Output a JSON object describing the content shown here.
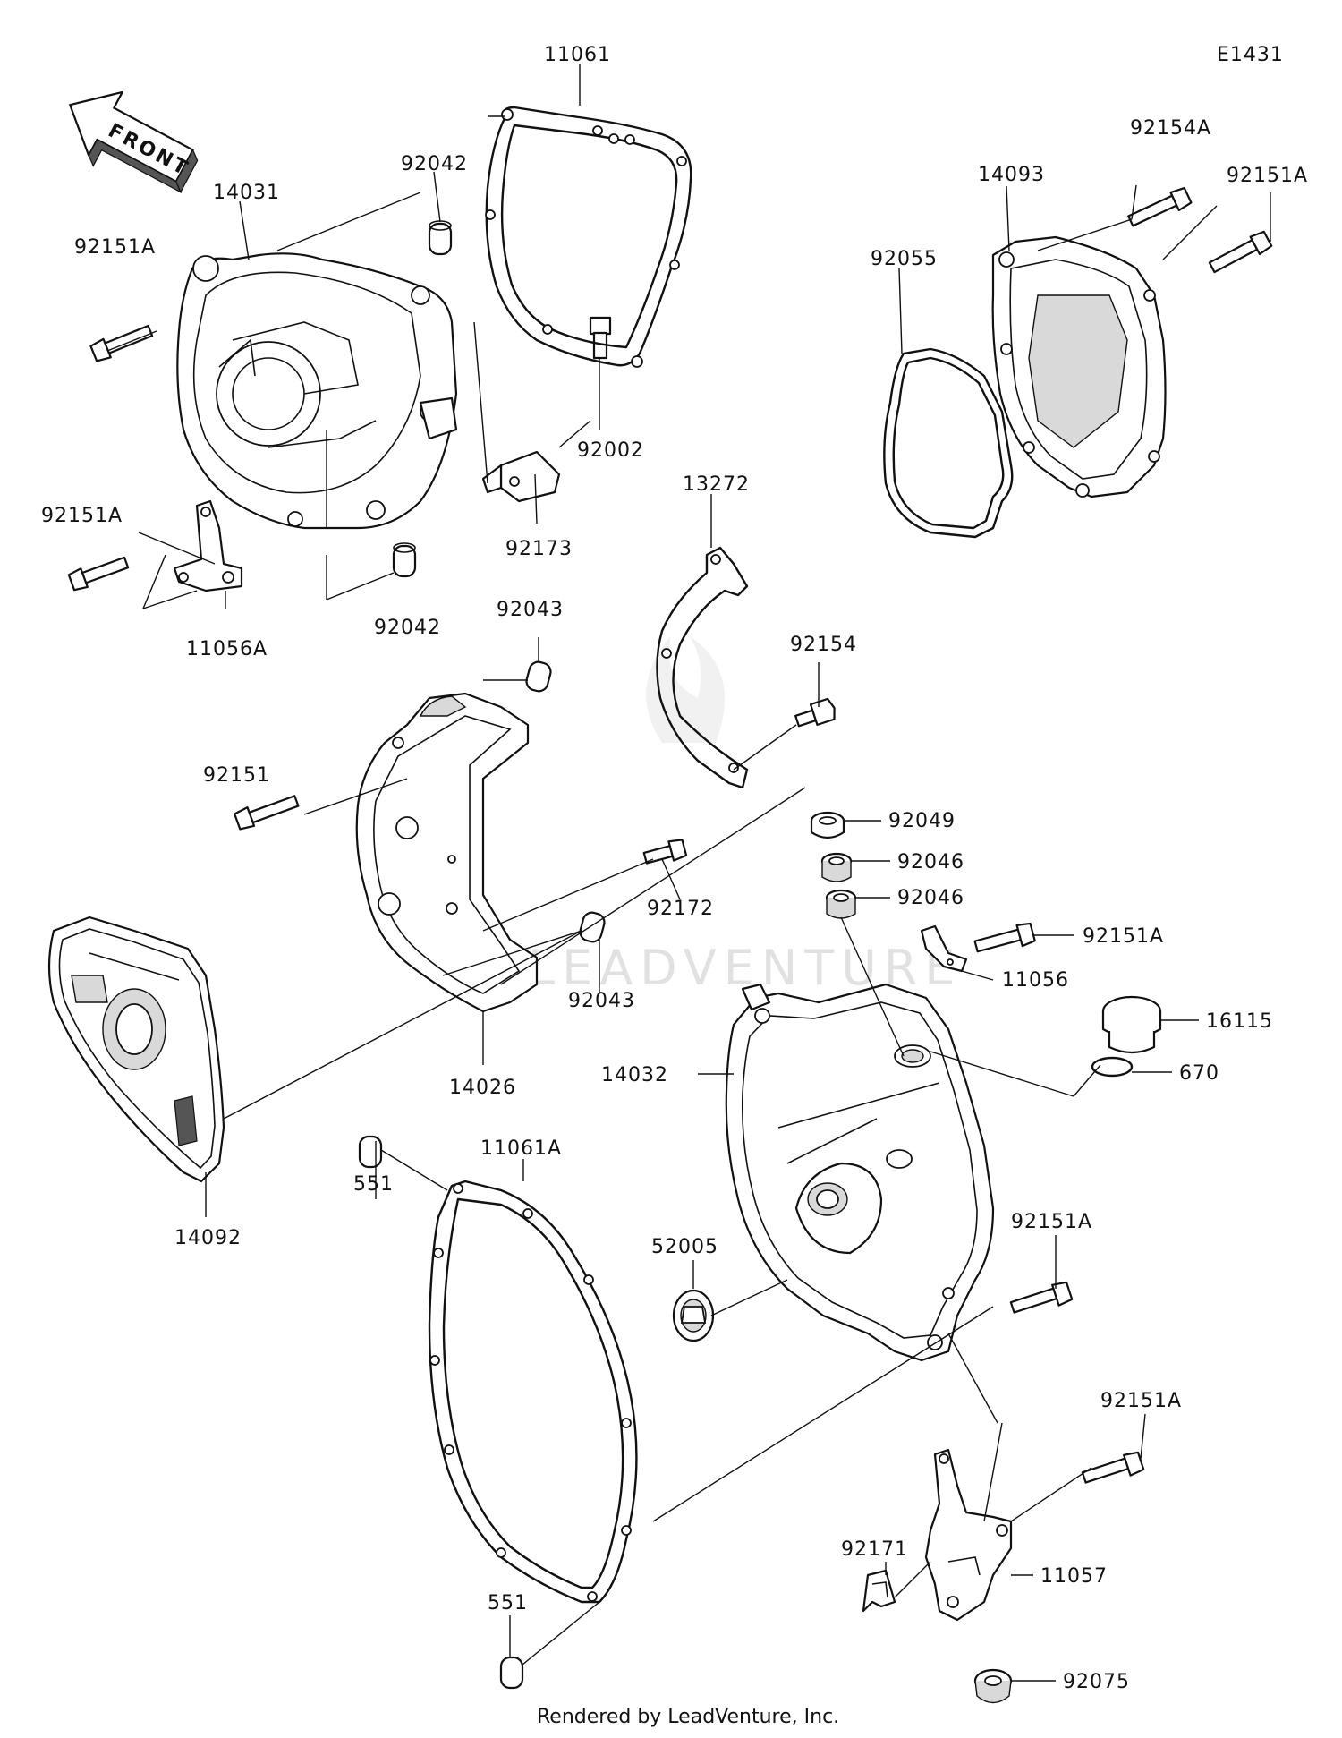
{
  "diagram_code": "E1431",
  "front_label": "FRONT",
  "footer": "Rendered by LeadVenture, Inc.",
  "watermark": "LEADVENTURE",
  "parts": {
    "p11061": "11061",
    "p92042a": "92042",
    "p14031": "14031",
    "p92151A_a": "92151A",
    "p92151A_b": "92151A",
    "p11056A": "11056A",
    "p92042b": "92042",
    "p92002": "92002",
    "p92173": "92173",
    "p14093": "14093",
    "p92154A": "92154A",
    "p92151A_c": "92151A",
    "p92055": "92055",
    "p13272": "13272",
    "p92043a": "92043",
    "p92154": "92154",
    "p92151": "92151",
    "p92172": "92172",
    "p92043b": "92043",
    "p14026": "14026",
    "p14092": "14092",
    "p92049": "92049",
    "p92046a": "92046",
    "p92046b": "92046",
    "p92151A_d": "92151A",
    "p11056": "11056",
    "p16115": "16115",
    "p670": "670",
    "p14032": "14032",
    "p551a": "551",
    "p11061A": "11061A",
    "p52005": "52005",
    "p92151A_e": "92151A",
    "p92151A_f": "92151A",
    "p92171": "92171",
    "p11057": "11057",
    "p551b": "551",
    "p92075": "92075"
  }
}
